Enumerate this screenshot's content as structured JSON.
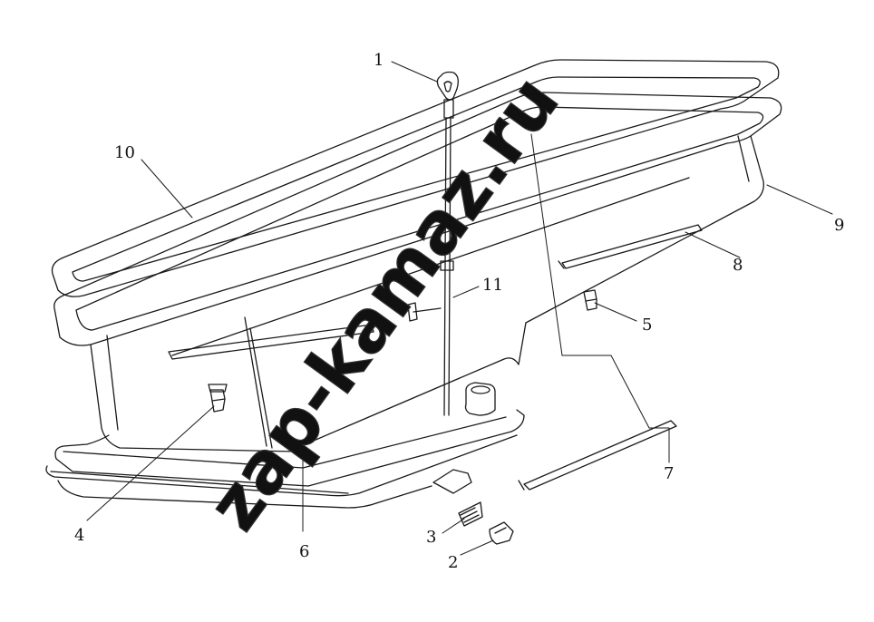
{
  "diagram": {
    "callouts": [
      {
        "id": "c1",
        "label": "1"
      },
      {
        "id": "c2",
        "label": "2"
      },
      {
        "id": "c3",
        "label": "3"
      },
      {
        "id": "c4",
        "label": "4"
      },
      {
        "id": "c5",
        "label": "5"
      },
      {
        "id": "c6",
        "label": "6"
      },
      {
        "id": "c7",
        "label": "7"
      },
      {
        "id": "c8",
        "label": "8"
      },
      {
        "id": "c9",
        "label": "9"
      },
      {
        "id": "c10",
        "label": "10"
      },
      {
        "id": "c11",
        "label": "11"
      }
    ],
    "watermark": "zap-kamaz.ru"
  },
  "colors": {
    "line": "#1a1a1a",
    "watermark_stroke": "#333333"
  }
}
